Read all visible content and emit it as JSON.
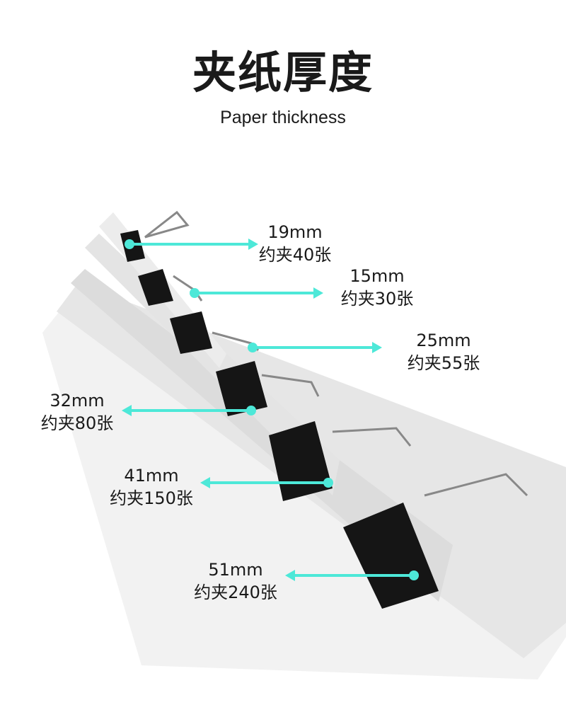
{
  "title": "夹纸厚度",
  "subtitle": "Paper thickness",
  "accent_color": "#4de8d8",
  "callouts": [
    {
      "size": "19mm",
      "capacity": "约夹40张"
    },
    {
      "size": "15mm",
      "capacity": "约夹30张"
    },
    {
      "size": "25mm",
      "capacity": "约夹55张"
    },
    {
      "size": "32mm",
      "capacity": "约夹80张"
    },
    {
      "size": "41mm",
      "capacity": "约夹150张"
    },
    {
      "size": "51mm",
      "capacity": "约夹240张"
    }
  ]
}
